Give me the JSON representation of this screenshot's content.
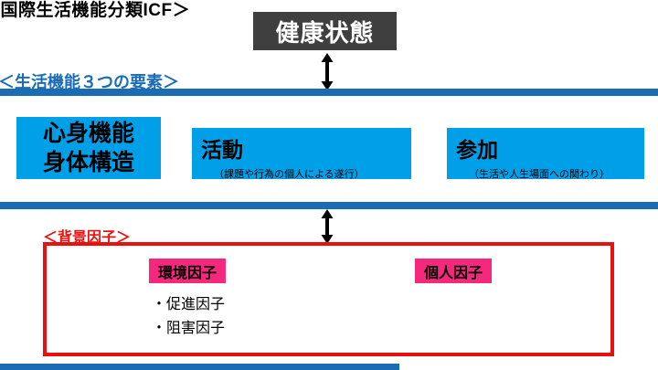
{
  "diagram": {
    "title": "＜国際生活機能分類ICF＞",
    "health_status": "健康状態",
    "life_function_header": "＜生活機能３つの要素＞",
    "elements": [
      {
        "line1": "心身機能",
        "line2": "身体構造"
      },
      {
        "label": "活動",
        "subtitle": "（課題や行為の個人による遂行）"
      },
      {
        "label": "参加",
        "subtitle": "（生活や人生場面への関わり）"
      }
    ],
    "background_header": "＜背景因子＞",
    "environment_factor": "環境因子",
    "personal_factor": "個人因子",
    "environment_details": [
      "・促進因子",
      "・阻害因子"
    ]
  },
  "colors": {
    "health_box": "#3f3f3f",
    "blue_bar": "#1b6cb3",
    "blue_header_text": "#1a6cb5",
    "cyan_box": "#00a0e9",
    "red": "#e8110f",
    "pink": "#f5287e"
  }
}
